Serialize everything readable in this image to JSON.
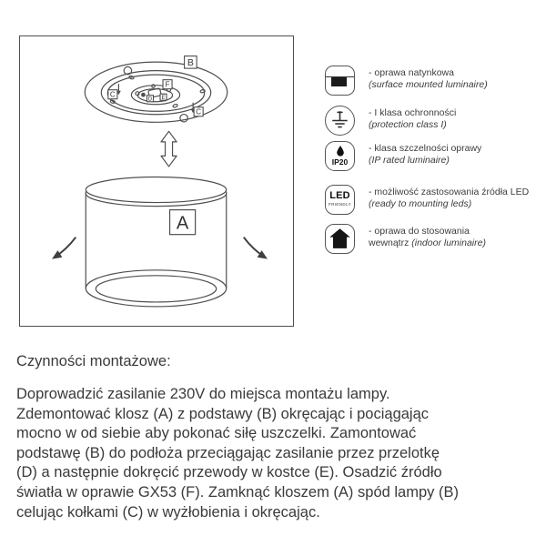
{
  "diagram": {
    "labels": {
      "a": "A",
      "b": "B",
      "c1": "C",
      "c2": "C",
      "d": "D",
      "e": "E",
      "f": "F"
    }
  },
  "features": [
    {
      "pl": "- oprawa natynkowa",
      "pl2": "",
      "en": "(surface mounted luminaire)"
    },
    {
      "pl": "- I klasa ochronności",
      "pl2": "",
      "en": "(protection class I)"
    },
    {
      "badge": "IP20",
      "pl": "- klasa szczelności oprawy",
      "pl2": "",
      "en": "(IP rated luminaire)"
    },
    {
      "badge": "LED",
      "badge_sub": "FRIENDLY",
      "pl": "- możliwość zastosowania źródła LED",
      "pl2": "",
      "en": "(ready to mounting leds)"
    },
    {
      "pl": "- oprawa do stosowania",
      "pl2": "wewnątrz ",
      "en": "(indoor luminaire)"
    }
  ],
  "instructions": {
    "title": "Czynności montażowe:",
    "body_lines": [
      "Doprowadzić zasilanie 230V do miejsca montażu lampy.",
      "Zdemontować klosz (A) z podstawy (B) okręcając i pociągając",
      "mocno w od siebie aby pokonać siłę uszczelki. Zamontować",
      "podstawę (B) do podłoża przeciągając zasilanie przez przelotkę",
      "(D) a następnie dokręcić przewody w kostce (E). Osadzić źródło",
      "światła w oprawie GX53 (F). Zamknąć kloszem (A) spód lampy (B)",
      "celując kołkami (C) w wyżłobienia i okręcając."
    ]
  }
}
